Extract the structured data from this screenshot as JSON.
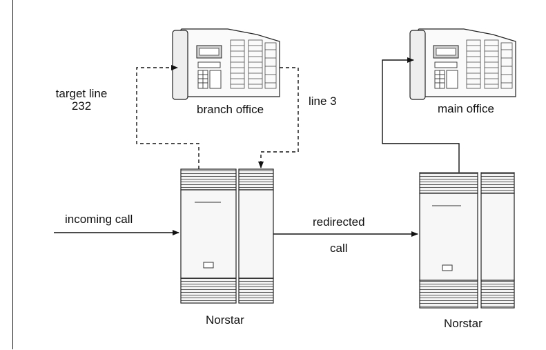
{
  "labels": {
    "target_line": "target line",
    "target_line_number": "232",
    "line": "line 3",
    "branch_office": "branch office",
    "main_office": "main office",
    "incoming_call": "incoming call",
    "redirected": "redirected",
    "call": "call",
    "norstar_left": "Norstar",
    "norstar_right": "Norstar"
  },
  "colors": {
    "ink": "#111111",
    "fill_light": "#f2f2f2",
    "panel_mid": "#d8d8d8"
  }
}
